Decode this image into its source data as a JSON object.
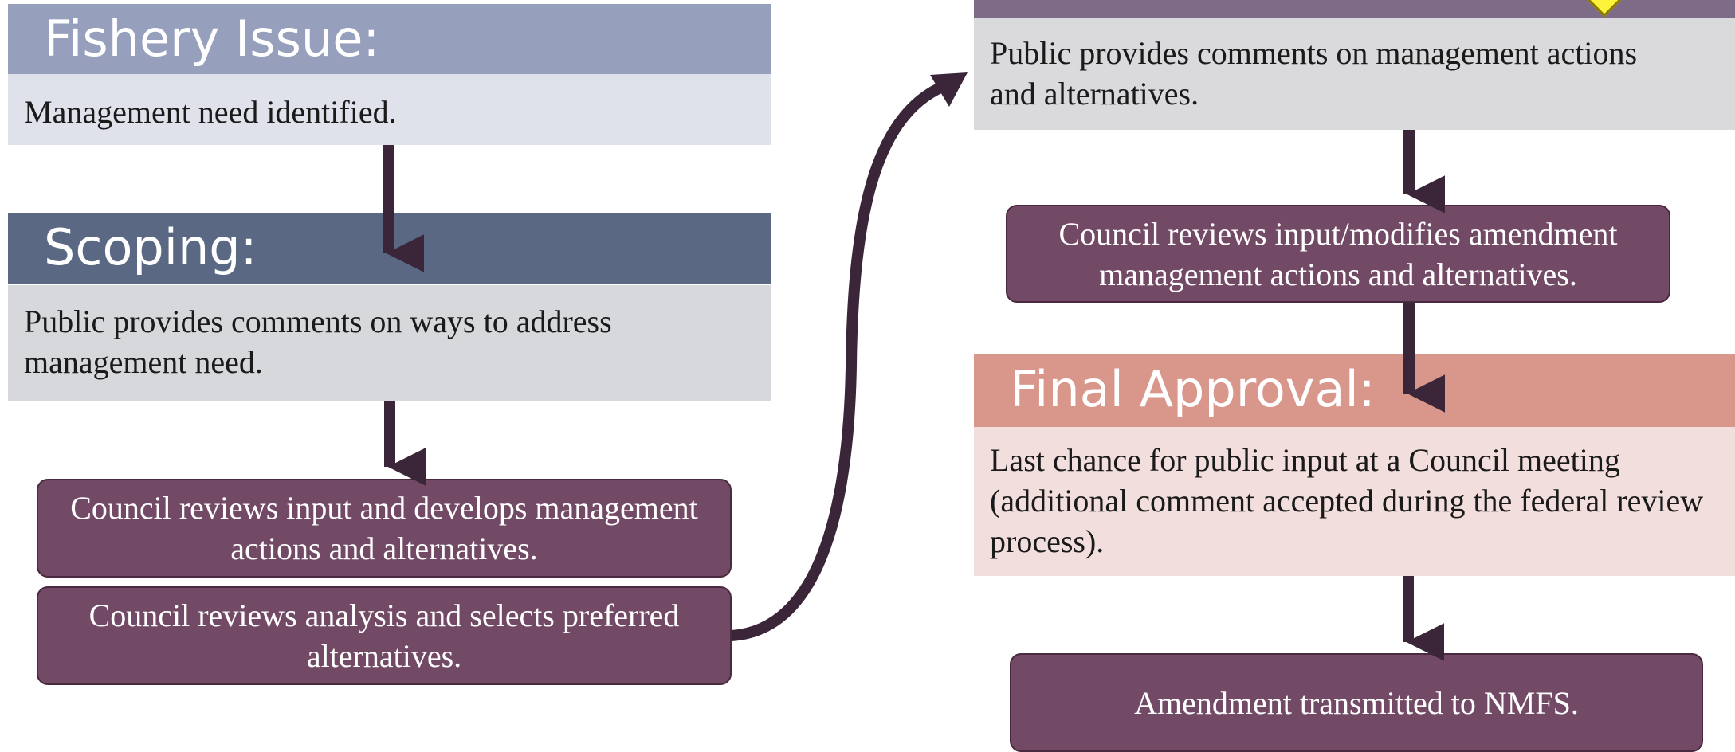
{
  "fishery_issue": {
    "title": "Fishery Issue:",
    "text": "Management need identified."
  },
  "scoping": {
    "title": "Scoping:",
    "text": "Public provides comments on ways to address management need."
  },
  "council_develops": {
    "text": "Council reviews input and develops management actions and alternatives."
  },
  "council_selects": {
    "text": "Council reviews analysis and selects preferred alternatives."
  },
  "public_hearings": {
    "text": "Public provides comments on management actions and alternatives."
  },
  "council_modifies": {
    "text": "Council reviews input/modifies amendment management actions and alternatives."
  },
  "final_approval": {
    "title": "Final Approval:",
    "text": "Last chance for public input at a Council meeting (additional comment accepted during the federal review process)."
  },
  "transmitted": {
    "text": "Amendment transmitted to NMFS."
  },
  "colors": {
    "fishery_header": "#96a0bd",
    "fishery_body": "#dfe2ea",
    "scoping_header": "#5a6883",
    "scoping_body": "#d7d8dc",
    "hearings_header": "#7d6b87",
    "hearings_body": "#dadadd",
    "final_header": "#d9978c",
    "final_body": "#f2dfdd",
    "step_box": "#734a65",
    "arrow": "#3a2638"
  }
}
